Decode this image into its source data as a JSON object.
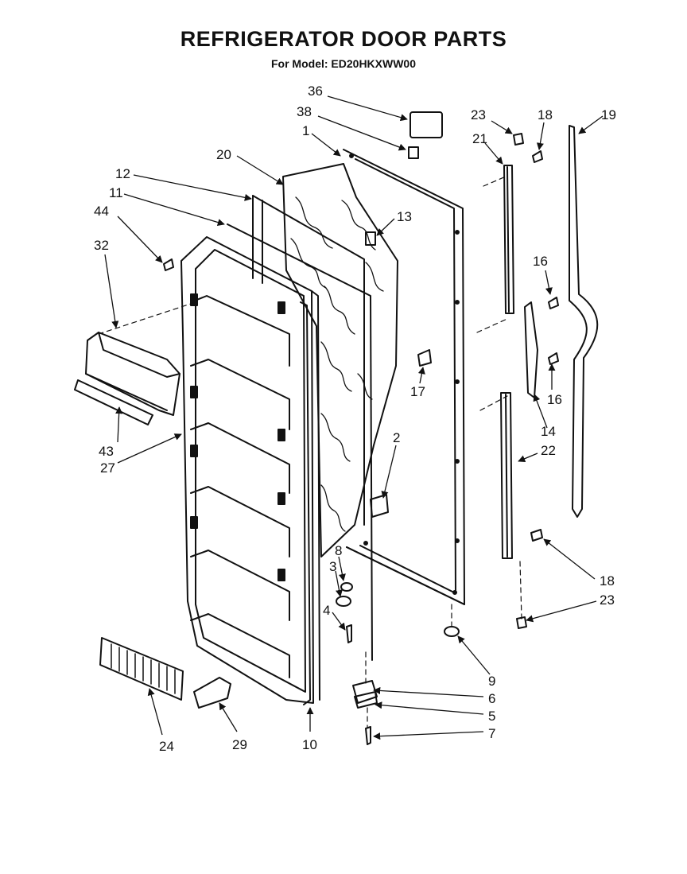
{
  "header": {
    "title": "REFRIGERATOR DOOR PARTS",
    "subtitle": "For Model: ED20HKXWW00"
  },
  "callouts": {
    "p36": "36",
    "p38": "38",
    "p1": "1",
    "p20": "20",
    "p12": "12",
    "p11": "11",
    "p44": "44",
    "p32": "32",
    "p13": "13",
    "p23a": "23",
    "p18a": "18",
    "p21": "21",
    "p19": "19",
    "p16a": "16",
    "p16b": "16",
    "p17": "17",
    "p14": "14",
    "p22": "22",
    "p2": "2",
    "p43": "43",
    "p27": "27",
    "p8": "8",
    "p3": "3",
    "p4": "4",
    "p18b": "18",
    "p23b": "23",
    "p9": "9",
    "p6": "6",
    "p5": "5",
    "p7": "7",
    "p24": "24",
    "p29": "29",
    "p10": "10"
  }
}
